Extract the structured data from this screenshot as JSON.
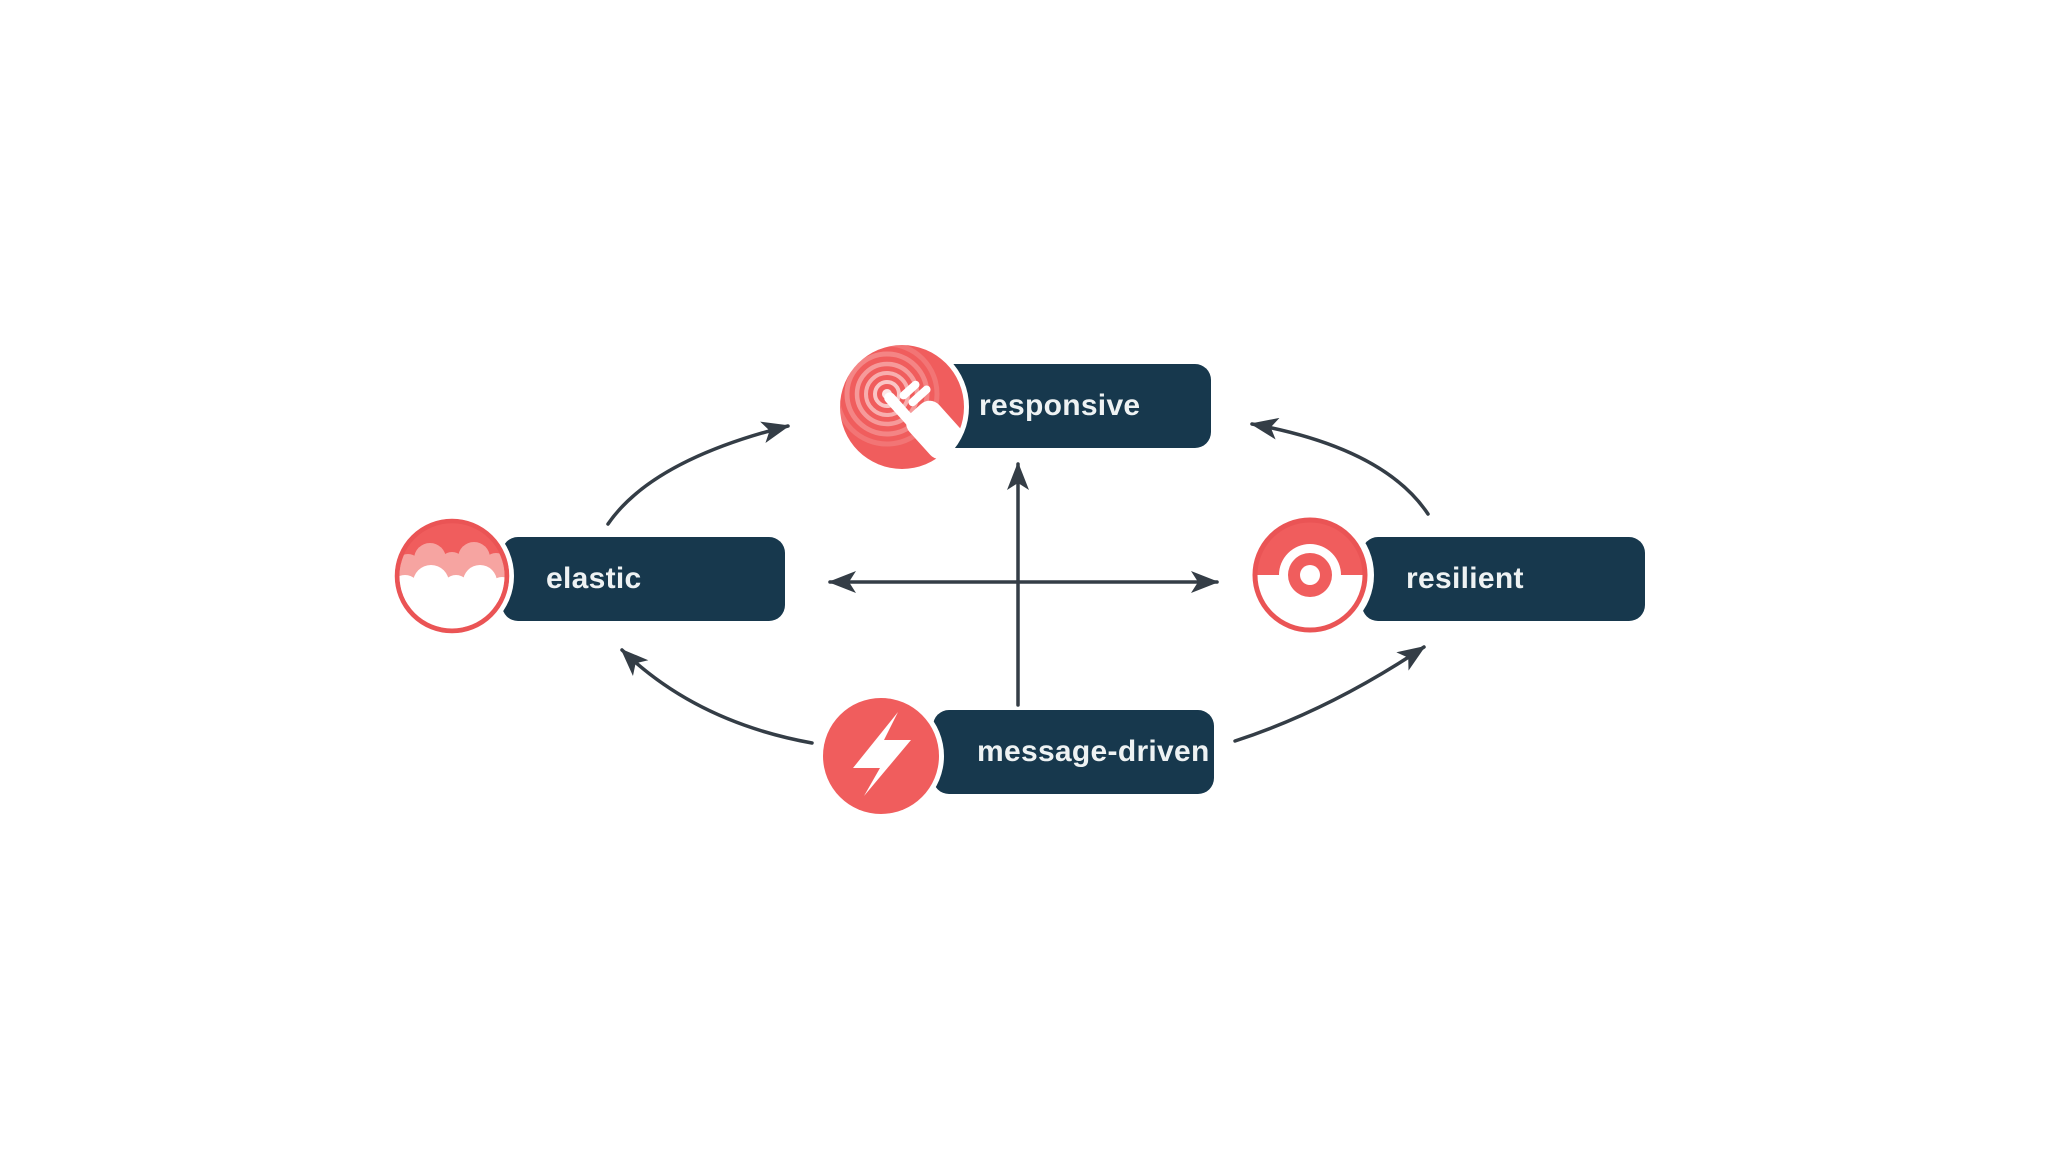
{
  "diagram": {
    "name": "reactive-traits-diagram",
    "background": "#ffffff",
    "colors": {
      "accent_red": "#f05d5d",
      "accent_red_rim": "#ea5455",
      "cloud_pink": "#f6a4a1",
      "box_navy": "#17384d",
      "arrow": "#343d46",
      "label_text": "#eef2f3",
      "halo_white": "#ffffff"
    },
    "nodes": {
      "responsive": {
        "label": "responsive",
        "icon": "tap-icon"
      },
      "elastic": {
        "label": "elastic",
        "icon": "cloud-icon"
      },
      "resilient": {
        "label": "resilient",
        "icon": "lifebuoy-icon"
      },
      "message_driven": {
        "label": "message-driven",
        "icon": "lightning-bolt-icon"
      }
    },
    "edges": [
      {
        "from": "elastic",
        "to": "responsive",
        "style": "curved",
        "heads": 1
      },
      {
        "from": "resilient",
        "to": "responsive",
        "style": "curved",
        "heads": 1
      },
      {
        "from": "message-driven",
        "to": "elastic",
        "style": "curved",
        "heads": 1
      },
      {
        "from": "message-driven",
        "to": "resilient",
        "style": "curved",
        "heads": 1
      },
      {
        "from": "message-driven",
        "to": "responsive",
        "style": "straight-vertical",
        "heads": 1
      },
      {
        "from": "elastic",
        "to": "resilient",
        "style": "straight-horizontal",
        "heads": 2
      }
    ]
  }
}
